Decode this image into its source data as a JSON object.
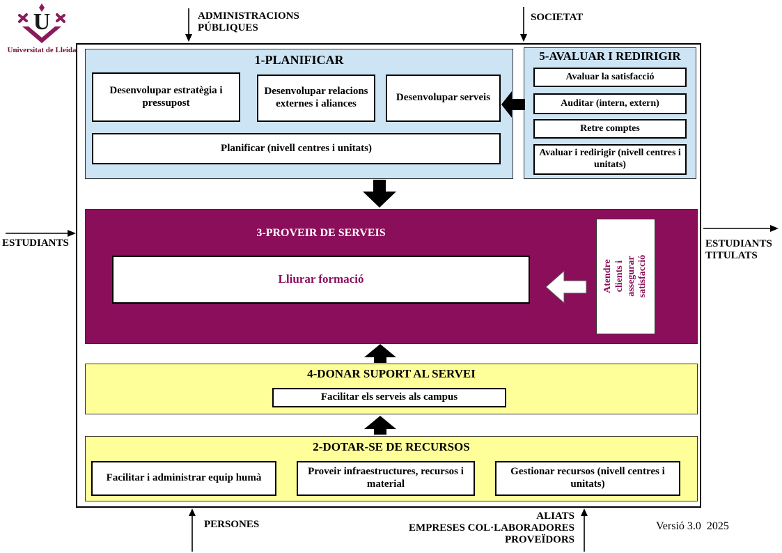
{
  "logo": {
    "org_name": "Universitat de Lleida"
  },
  "external": {
    "top_left_label": "ADMINISTRACIONS PÚBLIQUES",
    "top_right_label": "SOCIETAT",
    "left_label": "ESTUDIANTS",
    "right_label_lines": [
      "ESTUDIANTS",
      "TITULATS"
    ],
    "bottom_left_label": "PERSONES",
    "bottom_right_lines": [
      "ALIATS",
      "EMPRESES COL·LABORADORES",
      "PROVEÏDORS"
    ]
  },
  "sections": {
    "planificar": {
      "title": "1-PLANIFICAR",
      "items": [
        "Desenvolupar estratègia i pressupost",
        "Desenvolupar relacions externes i aliances",
        "Desenvolupar serveis",
        "Planificar (nivell centres i unitats)"
      ]
    },
    "avaluar": {
      "title": "5-AVALUAR I REDIRIGIR",
      "items": [
        "Avaluar la satisfacció",
        "Auditar (intern, extern)",
        "Retre comptes",
        "Avaluar i redirigir (nivell centres i unitats)"
      ]
    },
    "proveir": {
      "title": "3-PROVEIR DE SERVEIS",
      "main_item": "Lliurar formació",
      "side_item": "Atendre clients i assegurar satisfacció"
    },
    "suport": {
      "title": "4-DONAR SUPORT AL SERVEI",
      "items": [
        "Facilitar els serveis als campus"
      ]
    },
    "recursos": {
      "title": "2-DOTAR-SE DE RECURSOS",
      "items": [
        "Facilitar i administrar equip humà",
        "Proveir infraestructures, recursos i material",
        "Gestionar recursos (nivell centres i unitats)"
      ]
    }
  },
  "footer": {
    "version_label": "Versió 3.0  2025"
  },
  "colors": {
    "light_blue": "#CDE4F5",
    "magenta": "#8B0E5A",
    "pale_yellow": "#FFFF99",
    "logo_magenta": "#8B1A5A",
    "logo_text": "#731430"
  }
}
